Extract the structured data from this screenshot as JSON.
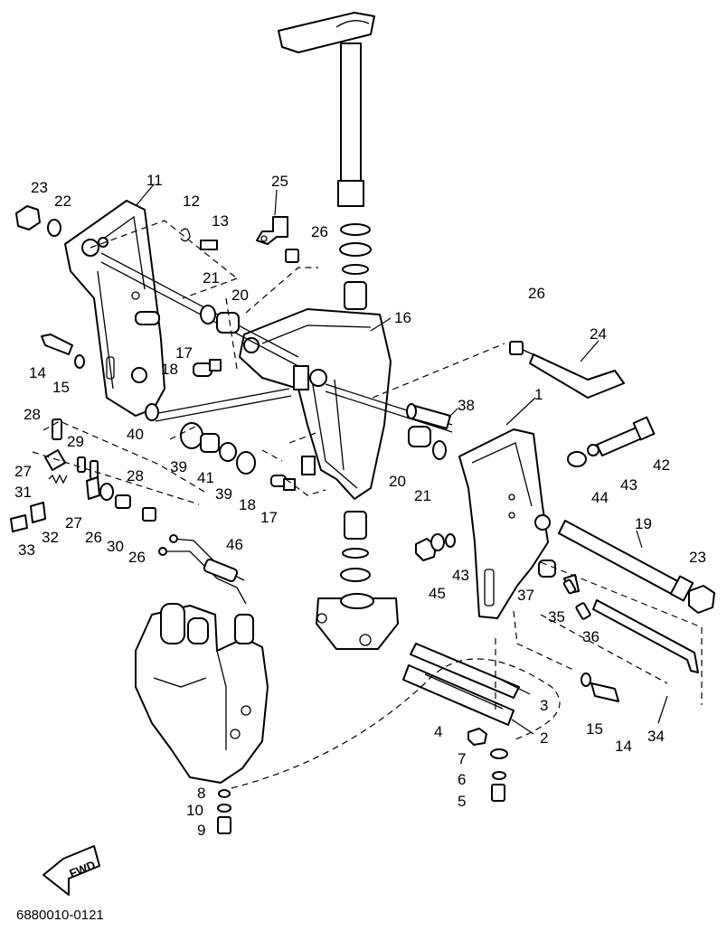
{
  "diagram": {
    "drawing_code": "6880010-0121",
    "fwd_label": "FWD",
    "callouts": [
      {
        "id": "c1",
        "label": "1"
      },
      {
        "id": "c2",
        "label": "2"
      },
      {
        "id": "c3",
        "label": "3"
      },
      {
        "id": "c4",
        "label": "4"
      },
      {
        "id": "c5",
        "label": "5"
      },
      {
        "id": "c6",
        "label": "6"
      },
      {
        "id": "c7",
        "label": "7"
      },
      {
        "id": "c8",
        "label": "8"
      },
      {
        "id": "c9",
        "label": "9"
      },
      {
        "id": "c10",
        "label": "10"
      },
      {
        "id": "c11",
        "label": "11"
      },
      {
        "id": "c12",
        "label": "12"
      },
      {
        "id": "c13",
        "label": "13"
      },
      {
        "id": "c14a",
        "label": "14"
      },
      {
        "id": "c14b",
        "label": "14"
      },
      {
        "id": "c15a",
        "label": "15"
      },
      {
        "id": "c15b",
        "label": "15"
      },
      {
        "id": "c16",
        "label": "16"
      },
      {
        "id": "c17a",
        "label": "17"
      },
      {
        "id": "c17b",
        "label": "17"
      },
      {
        "id": "c18a",
        "label": "18"
      },
      {
        "id": "c18b",
        "label": "18"
      },
      {
        "id": "c19",
        "label": "19"
      },
      {
        "id": "c20a",
        "label": "20"
      },
      {
        "id": "c20b",
        "label": "20"
      },
      {
        "id": "c21a",
        "label": "21"
      },
      {
        "id": "c21b",
        "label": "21"
      },
      {
        "id": "c22",
        "label": "22"
      },
      {
        "id": "c23a",
        "label": "23"
      },
      {
        "id": "c23b",
        "label": "23"
      },
      {
        "id": "c24",
        "label": "24"
      },
      {
        "id": "c25",
        "label": "25"
      },
      {
        "id": "c26a",
        "label": "26"
      },
      {
        "id": "c26b",
        "label": "26"
      },
      {
        "id": "c26c",
        "label": "26"
      },
      {
        "id": "c26d",
        "label": "26"
      },
      {
        "id": "c27a",
        "label": "27"
      },
      {
        "id": "c27b",
        "label": "27"
      },
      {
        "id": "c28a",
        "label": "28"
      },
      {
        "id": "c28b",
        "label": "28"
      },
      {
        "id": "c29",
        "label": "29"
      },
      {
        "id": "c30",
        "label": "30"
      },
      {
        "id": "c31",
        "label": "31"
      },
      {
        "id": "c32",
        "label": "32"
      },
      {
        "id": "c33",
        "label": "33"
      },
      {
        "id": "c34",
        "label": "34"
      },
      {
        "id": "c35",
        "label": "35"
      },
      {
        "id": "c36",
        "label": "36"
      },
      {
        "id": "c37",
        "label": "37"
      },
      {
        "id": "c38",
        "label": "38"
      },
      {
        "id": "c39a",
        "label": "39"
      },
      {
        "id": "c39b",
        "label": "39"
      },
      {
        "id": "c40",
        "label": "40"
      },
      {
        "id": "c41",
        "label": "41"
      },
      {
        "id": "c42",
        "label": "42"
      },
      {
        "id": "c43a",
        "label": "43"
      },
      {
        "id": "c43b",
        "label": "43"
      },
      {
        "id": "c44",
        "label": "44"
      },
      {
        "id": "c45",
        "label": "45"
      },
      {
        "id": "c46",
        "label": "46"
      }
    ]
  }
}
